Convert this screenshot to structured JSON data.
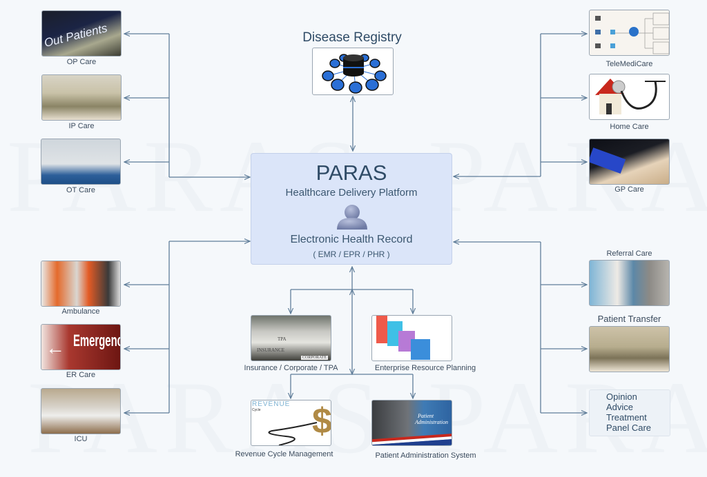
{
  "watermark": "PARAS",
  "center": {
    "title": "PARAS",
    "subtitle": "Healthcare Delivery Platform",
    "record": "Electronic Health Record",
    "record_types": "( EMR / EPR / PHR )",
    "icon": "user-icon"
  },
  "top": {
    "title": "Disease Registry",
    "icon": "database-network-icon"
  },
  "left": [
    {
      "label": "OP Care",
      "image_text": "Out Patients"
    },
    {
      "label": "IP Care"
    },
    {
      "label": "OT Care"
    },
    {
      "label": "Ambulance"
    },
    {
      "label": "ER Care",
      "image_text": "Emergency"
    },
    {
      "label": "ICU"
    }
  ],
  "right": [
    {
      "label": "TeleMediCare"
    },
    {
      "label": "Home Care"
    },
    {
      "label": "GP Care"
    },
    {
      "label": "Referral Care"
    },
    {
      "label": "Patient Transfer"
    }
  ],
  "panel": [
    "Opinion",
    "Advice",
    "Treatment",
    "Panel Care"
  ],
  "bottom": [
    {
      "label": "Insurance / Corporate / TPA",
      "image_text": [
        "TPA",
        "INSURANCE",
        "CORPORATE"
      ]
    },
    {
      "label": "Enterprise Resource Planning"
    },
    {
      "label": "Revenue Cycle Management",
      "image_text": [
        "REVENUE",
        "Cycle"
      ]
    },
    {
      "label": "Patient Administration System",
      "image_text": [
        "Patient",
        "Administration"
      ]
    }
  ],
  "colors": {
    "line": "#5f7d99",
    "center_bg": "#dbe5f9",
    "text": "#3a4a5c"
  }
}
